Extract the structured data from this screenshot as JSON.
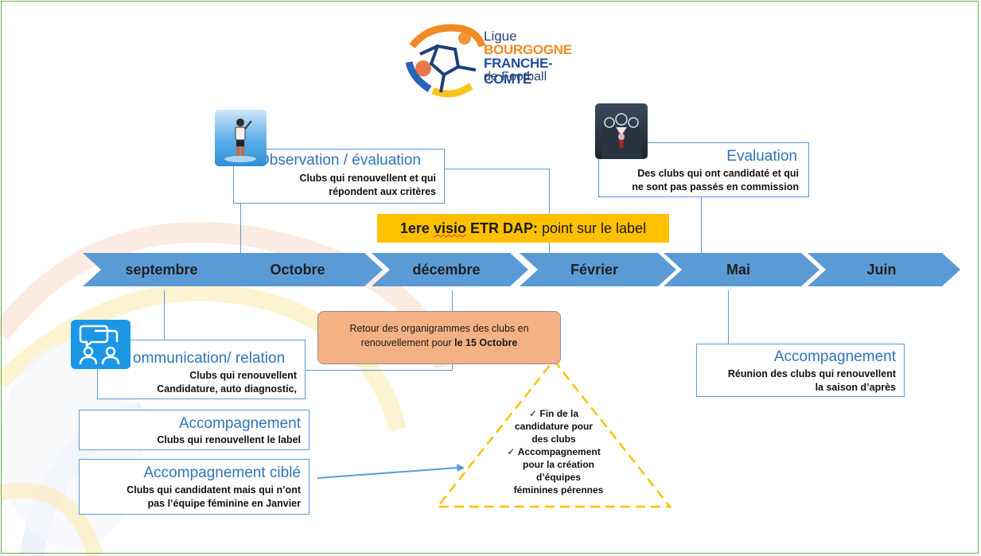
{
  "logo": {
    "line1": "Ligue",
    "line2": "BOURGOGNE",
    "line3": "FRANCHE-COMTÉ",
    "line4": "de Football"
  },
  "timeline": {
    "months": [
      "septembre",
      "Octobre",
      "décembre",
      "Février",
      "Mai",
      "Juin"
    ]
  },
  "observation": {
    "title": "Observation / évaluation",
    "line1": "Clubs qui renouvellent et qui",
    "line2": "répondent aux critères"
  },
  "evaluation": {
    "title": "Evaluation",
    "line1": "Des clubs qui ont candidaté et qui",
    "line2": "ne sont pas passés en commission"
  },
  "visio": {
    "bold": "1ere ",
    "bold_underlined": "visio",
    "bold_rest": " ETR DAP:",
    "normal": " point sur le label"
  },
  "retour": {
    "line1": "Retour des organigrammes des clubs en",
    "line2_normal": "renouvellement pour ",
    "line2_bold": "le 15 Octobre"
  },
  "communication": {
    "title": "ommunication/ relation",
    "line1": "Clubs qui renouvellent",
    "line2": "Candidature, auto diagnostic,"
  },
  "accompagnement_left": {
    "title": "Accompagnement",
    "line1": "Clubs qui renouvellent le label"
  },
  "accompagnement_cible": {
    "title": "Accompagnement ciblé",
    "line1": "Clubs qui candidatent mais qui n’ont",
    "line2": "pas l’équipe féminine en Janvier"
  },
  "accompagnement_right": {
    "title": "Accompagnement",
    "line1": "Réunion des clubs qui renouvellent",
    "line2": "la saison d’après"
  },
  "triangle": {
    "check": "✓",
    "item1_line1": "Fin de la",
    "item1_line2": "candidature  pour",
    "item1_line3": "des clubs",
    "item2_line1": "Accompagnement",
    "item2_line2": "pour la création",
    "item2_line3": "d’équipes",
    "item2_line4": "féminines pérennes"
  },
  "colors": {
    "arrow_fill": "#5b9bd5",
    "title_blue": "#2e75b6",
    "visio_bg": "#ffc000",
    "retour_bg": "#f4b183",
    "triangle_border": "#ffc000",
    "frame": "#6ab04c"
  },
  "icons": [
    "referee-icon",
    "businessman-icon",
    "chat-people-icon",
    "logo-ball-icon"
  ]
}
